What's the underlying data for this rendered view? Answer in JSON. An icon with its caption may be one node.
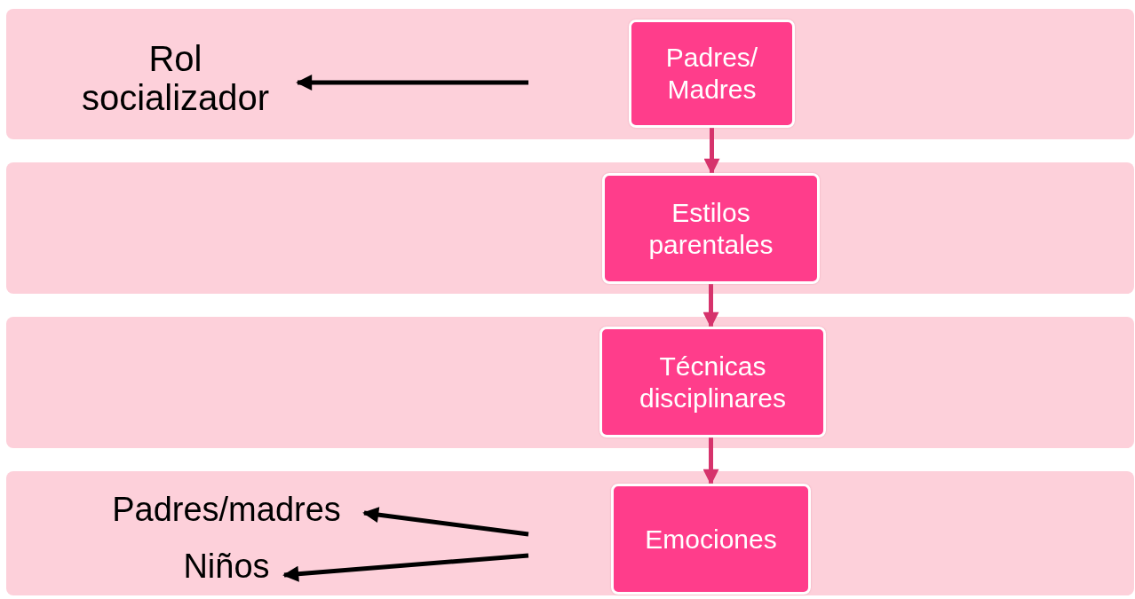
{
  "diagram": {
    "nodes": [
      {
        "text": [],
        "shape": "box"
      },
      {
        "text": [
          "Padres/ Madres"
        ],
        "in": 0
      },
      {
        "text": [
          "Rol socializador"
        ],
        "in": 0
      },
      {
        "text": [],
        "shape": "box"
      },
      {
        "text": [
          "Estilos parentales"
        ],
        "in": 3
      },
      {
        "text": [],
        "shape": "box"
      },
      {
        "text": [
          "Técnicas disciplinares"
        ],
        "in": 5
      },
      {
        "text": [],
        "shape": "box"
      },
      {
        "text": [
          "Emociones"
        ],
        "in": 7
      },
      {
        "text": [
          "Padres/madres"
        ],
        "in": 7
      },
      {
        "text": [
          "Niños"
        ],
        "in": 7
      }
    ],
    "edges": [
      {
        "from": 1,
        "to": 4,
        "arrow": "to",
        "color": "#d6336c"
      },
      {
        "from": 4,
        "to": 6,
        "arrow": "to",
        "color": "#d6336c"
      },
      {
        "from": 6,
        "to": 8,
        "arrow": "to",
        "color": "#d6336c"
      },
      {
        "from": null,
        "to": 2,
        "arrow": "to",
        "color": "#000000"
      },
      {
        "from": null,
        "to": 9,
        "arrow": "to",
        "color": "#000000"
      },
      {
        "from": null,
        "to": 10,
        "arrow": "to",
        "color": "#000000"
      }
    ]
  }
}
